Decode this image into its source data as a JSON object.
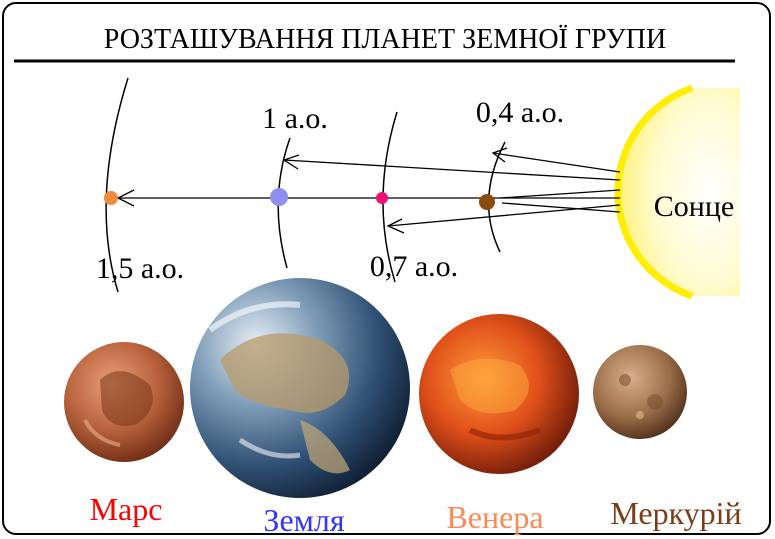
{
  "title": "РОЗТАШУВАННЯ ПЛАНЕТ ЗЕМНОЇ ГРУПИ",
  "distance_labels": {
    "mars": "1,5 а.о.",
    "earth": "1 а.о.",
    "venus": "0,7 а.о.",
    "mercury": "0,4 а.о."
  },
  "sun_label": "Сонце",
  "planet_names": {
    "mars": "Марс",
    "earth": "Земля",
    "venus": "Венера",
    "mercury": "Меркурій"
  },
  "colors": {
    "mars_label": "#ff0000",
    "earth_label": "#3333ff",
    "venus_label": "#ff8855",
    "mercury_label": "#7a3d1a",
    "sun": "#ffee00",
    "mars_dot": "#f08a3c",
    "earth_dot": "#8f8ff0",
    "venus_dot": "#ee1177",
    "mercury_dot": "#8a4a10"
  }
}
